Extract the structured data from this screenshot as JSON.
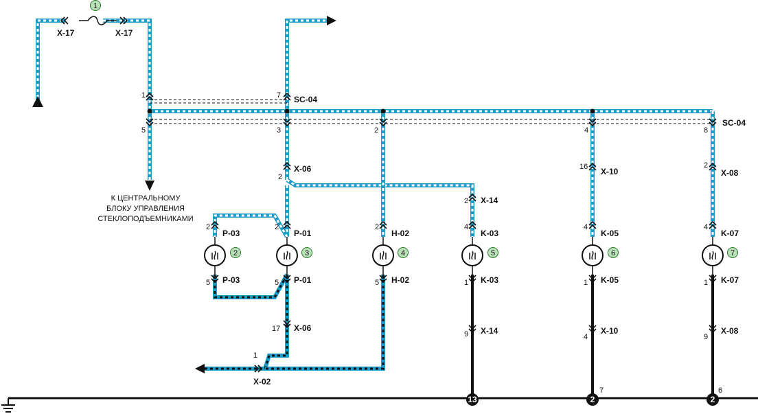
{
  "colors": {
    "wire_blue": "#1e9cc8",
    "wire_stripe_white": "#ffffff",
    "wire_stripe_black": "#111111",
    "ground_wire": "#111111",
    "callout_fill": "#b9dfb8",
    "callout_stroke": "#2a7a2a"
  },
  "callouts": [
    "1",
    "2",
    "3",
    "4",
    "5",
    "6",
    "7"
  ],
  "connectors": {
    "x17_left": "X-17",
    "x17_right": "X-17",
    "sc04_top": "SC-04",
    "sc04_right": "SC-04",
    "x06_upper": "X-06",
    "x06_lower": "X-06",
    "x14_upper": "X-14",
    "x14_lower": "X-14",
    "x10_upper": "X-10",
    "x10_lower": "X-10",
    "x08_upper": "X-08",
    "x08_lower": "X-08",
    "p03_upper": "P-03",
    "p03_lower": "P-03",
    "p01_upper": "P-01",
    "p01_lower": "P-01",
    "h02_upper": "H-02",
    "h02_lower": "H-02",
    "k03_upper": "K-03",
    "k03_lower": "K-03",
    "k05_upper": "K-05",
    "k05_lower": "K-05",
    "k07_upper": "K-07",
    "k07_lower": "K-07",
    "x02": "X-02"
  },
  "pins": {
    "sc04_1": "1",
    "sc04_7": "7",
    "sc04_5": "5",
    "sc04_3": "3",
    "sc04_2": "2",
    "sc04_4": "4",
    "sc04_8": "8",
    "x06_upper": "2",
    "x06_lower": "17",
    "p03_upper": "2",
    "p03_lower": "5",
    "p01_upper": "2",
    "p01_lower": "5",
    "h02_upper": "2",
    "h02_lower": "5",
    "x14_upper": "2",
    "x14_lower": "9",
    "k03_upper": "4",
    "k03_lower": "1",
    "x10_upper": "16",
    "x10_lower": "4",
    "k05_upper": "4",
    "k05_lower": "1",
    "x08_upper": "2",
    "x08_lower": "9",
    "k07_upper": "4",
    "k07_lower": "1",
    "x02": "1"
  },
  "ground_points": {
    "g1": "13",
    "g2": "2",
    "g2_pin": "7",
    "g3": "2",
    "g3_pin": "6"
  },
  "note_lines": [
    "К ЦЕНТРАЛЬНОМУ",
    "БЛОКУ УПРАВЛЕНИЯ",
    "СТЕКЛОПОДЪЕМНИКАМИ"
  ]
}
